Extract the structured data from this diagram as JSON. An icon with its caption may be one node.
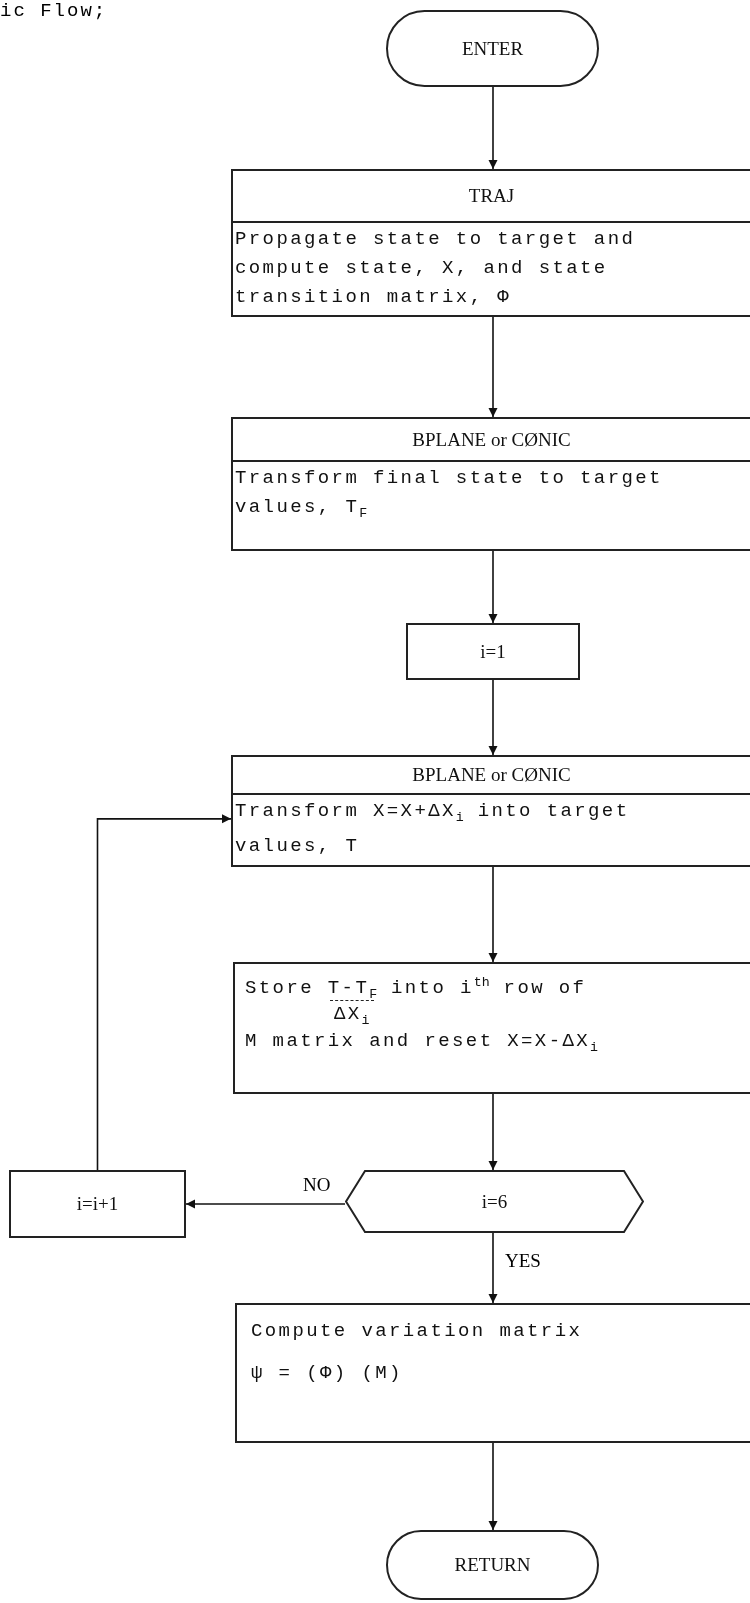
{
  "diagram": {
    "title": "ic Flow;",
    "nodes": [
      {
        "text": [
          "ENTER"
        ]
      },
      {
        "text": [
          "TRAJ",
          "Propagate state to target and compute state, X, and state transition matrix, Φ"
        ]
      },
      {
        "text": [
          "BPLANE or CØNIC",
          "Transform final state to target values, T$_{F}$"
        ]
      },
      {
        "text": [
          "i=1"
        ]
      },
      {
        "text": [
          "BPLANE or CØNIC",
          "Transform X=X+ΔX$_{i}$ into target values, T"
        ]
      },
      {
        "text": [
          "Store T-T$_{F}$ into i$^{th}$ row of",
          "ΔX$_{i}$",
          "M matrix and reset X=X-ΔX$_{i}$"
        ]
      },
      {
        "text": [
          "i=6"
        ]
      },
      {
        "text": [
          "i=i+1"
        ]
      },
      {
        "text": [
          "Compute variation matrix",
          "ψ = (Φ) (M)"
        ]
      },
      {
        "text": [
          "RETURN"
        ]
      }
    ],
    "edges": [
      {
        "from": 0,
        "to": 1,
        "arrow": "to"
      },
      {
        "from": 1,
        "to": 2,
        "arrow": "to"
      },
      {
        "from": 2,
        "to": 3,
        "arrow": "to"
      },
      {
        "from": 3,
        "to": 4,
        "arrow": "to"
      },
      {
        "from": 4,
        "to": 5,
        "arrow": "to"
      },
      {
        "from": 5,
        "to": 6,
        "arrow": "to"
      },
      {
        "from": 6,
        "to": 7,
        "arrow": "to",
        "label": "NO"
      },
      {
        "from": 6,
        "to": 8,
        "arrow": "to",
        "label": "YES"
      },
      {
        "from": 8,
        "to": 9,
        "arrow": "to"
      },
      {
        "from": 7,
        "to": 4,
        "arrow": "to"
      }
    ]
  }
}
